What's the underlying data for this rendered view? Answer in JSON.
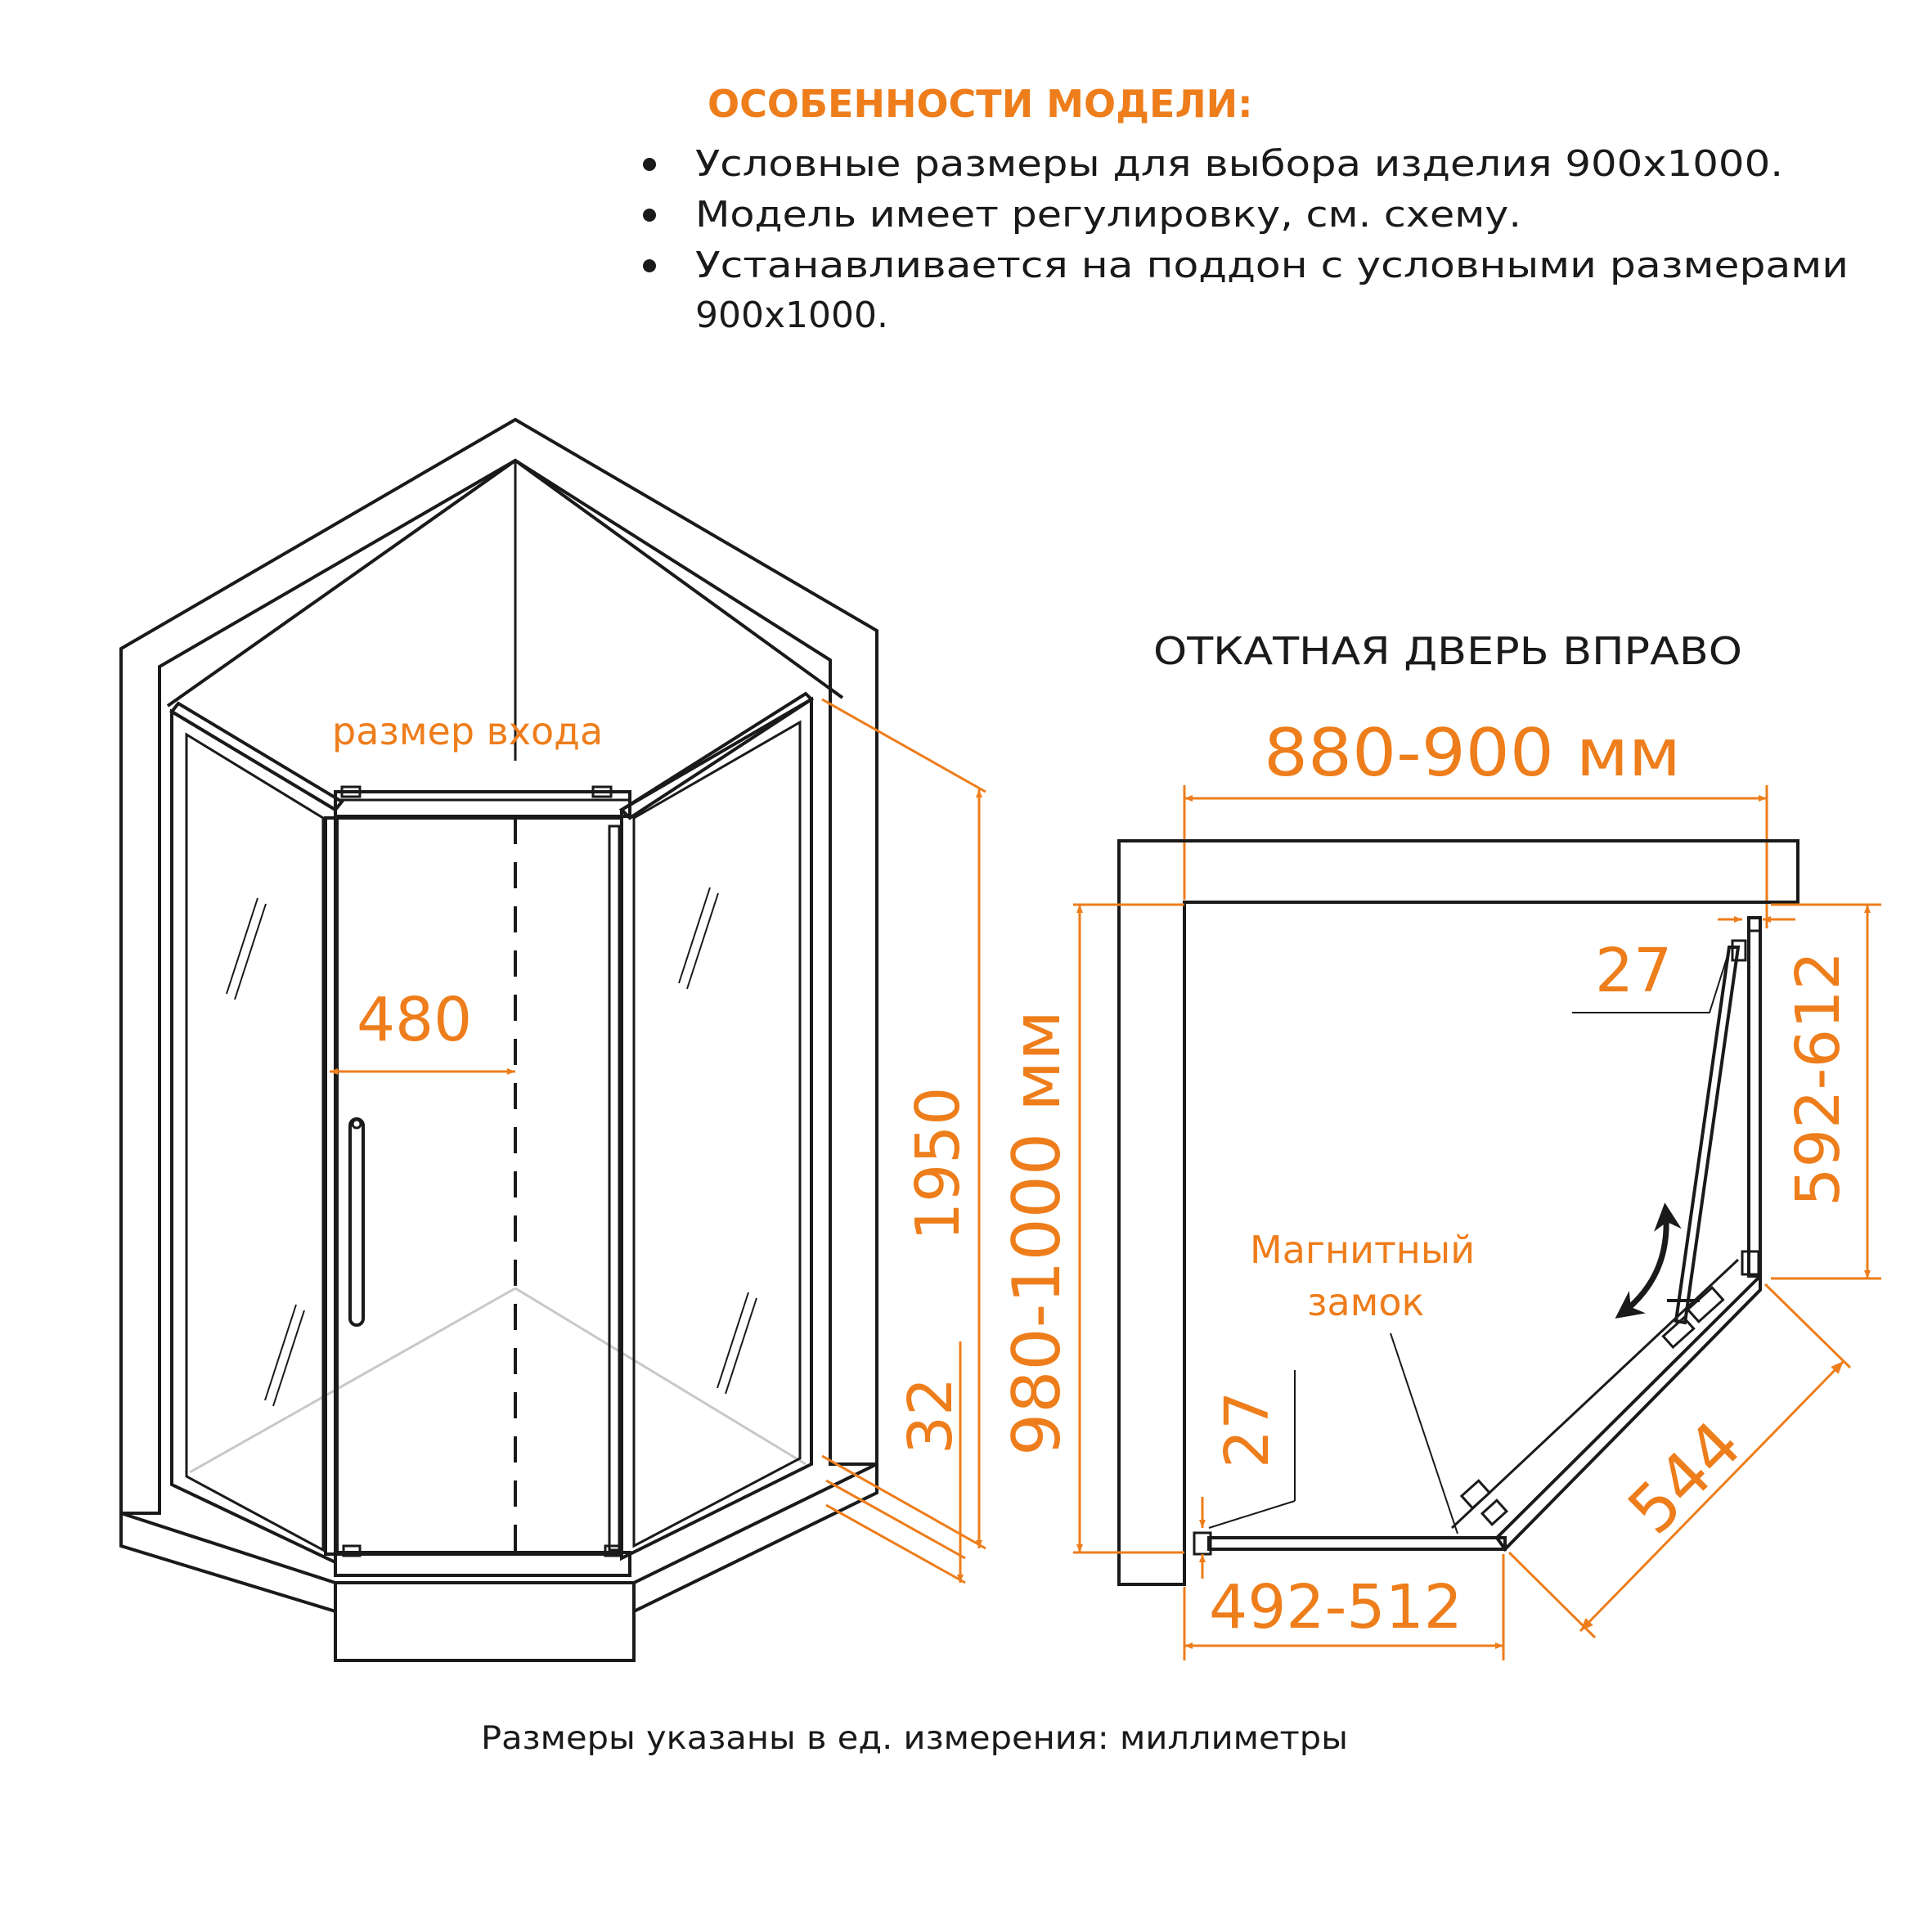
{
  "colors": {
    "accent": "#ee7d1b",
    "line": "#1a1a1a"
  },
  "features": {
    "title": "ОСОБЕННОСТИ МОДЕЛИ:",
    "items": [
      "Условные размеры для выбора изделия 900х1000.",
      "Модель имеет регулировку, см. схему.",
      "Устанавливается на поддон с условными размерами"
    ],
    "item3_continued": "900х1000."
  },
  "perspective_view": {
    "entrance_label": "размер входа",
    "entrance_width": "480",
    "height": "1950",
    "tray_height": "32"
  },
  "plan_view": {
    "title": "ОТКАТНАЯ ДВЕРЬ ВПРАВО",
    "width": "880-900 мм",
    "depth": "980-1000 мм",
    "profile_top": "27",
    "profile_left": "27",
    "side_right": "592-612",
    "diagonal": "544",
    "front": "492-512",
    "magnet_label_line1": "Магнитный",
    "magnet_label_line2": "замок"
  },
  "footer": "Размеры указаны в ед. измерения: миллиметры"
}
